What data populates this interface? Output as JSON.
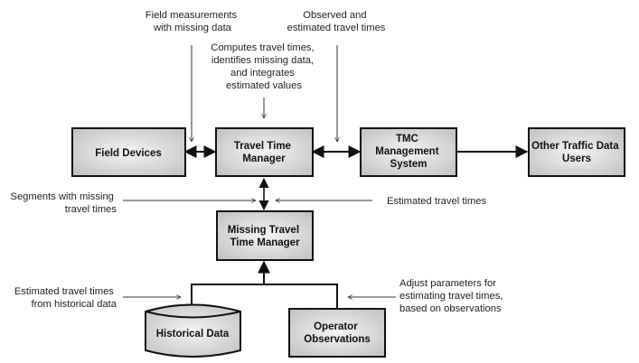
{
  "diagram": {
    "title": "Travel Time Management Flow",
    "nodes": {
      "field_devices": {
        "lines": [
          "Field Devices"
        ]
      },
      "travel_time_manager": {
        "lines": [
          "Travel Time",
          "Manager"
        ]
      },
      "tmc": {
        "lines": [
          "TMC",
          "Management",
          "System"
        ]
      },
      "other_users": {
        "lines": [
          "Other Traffic Data",
          "Users"
        ]
      },
      "missing_manager": {
        "lines": [
          "Missing Travel",
          "Time Manager"
        ]
      },
      "historical_data": {
        "lines": [
          "Historical Data"
        ]
      },
      "operator_observations": {
        "lines": [
          "Operator",
          "Observations"
        ]
      }
    },
    "annotations": {
      "field_measurements": [
        "Field measurements",
        "with missing data"
      ],
      "observed_estimated": [
        "Observed and",
        "estimated travel times"
      ],
      "computes": [
        "Computes travel times,",
        "identifies missing data,",
        "and integrates",
        "estimated values"
      ],
      "segments_missing": [
        "Segments with missing",
        "travel times"
      ],
      "estimated_times": [
        "Estimated travel times"
      ],
      "estimated_historical": [
        "Estimated travel times",
        "from historical data"
      ],
      "adjust_parameters": [
        "Adjust parameters for",
        "estimating travel times,",
        "based on observations"
      ]
    },
    "colors": {
      "box_fill_light": "#f2f2f2",
      "box_fill_dark": "#c4c4c4",
      "border": "#111111",
      "note_line": "#333333"
    }
  }
}
